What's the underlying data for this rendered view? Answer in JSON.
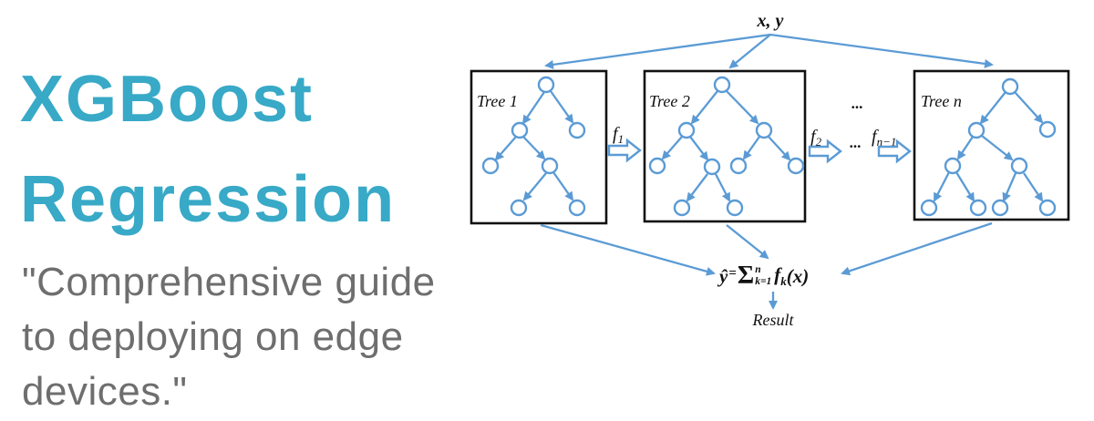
{
  "colors": {
    "accent_teal": "#38a9c7",
    "subtitle_gray": "#6e6e6e",
    "diagram_blue": "#5b9bd5",
    "box_border": "#111111"
  },
  "hero": {
    "title_line1": "XGBoost",
    "title_line2": "Regression",
    "subtitle_line1": "\"Comprehensive guide",
    "subtitle_line2": "to deploying on edge",
    "subtitle_line3": "devices.\""
  },
  "diagram": {
    "input_label": "x, y",
    "trees": [
      {
        "label": "Tree 1"
      },
      {
        "label": "Tree 2"
      },
      {
        "label": "Tree n"
      }
    ],
    "flows": {
      "f1_base": "f",
      "f1_sub": "1",
      "f2_base": "f",
      "f2_sub": "2",
      "fn_base": "f",
      "fn_sub": "n−1",
      "ellipsis_top": "...",
      "ellipsis_mid": "..."
    },
    "formula": {
      "yhat": "ŷ",
      "equals": "=",
      "sigma": "Σ",
      "upper_limit": "n",
      "lower_limit": "k=1",
      "func_base": "f",
      "func_sub": "k",
      "arg": "(x)"
    },
    "result_label": "Result"
  }
}
